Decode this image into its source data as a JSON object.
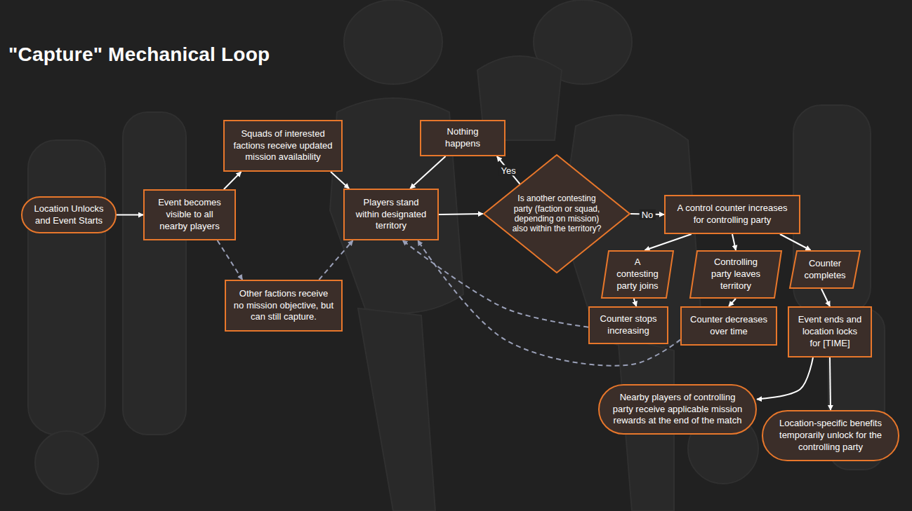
{
  "diagram": {
    "title": "\"Capture\" Mechanical Loop",
    "nodes": [
      {
        "text": [
          "Location Unlocks and Event Starts"
        ]
      },
      {
        "text": [
          "Event becomes visible to all nearby players"
        ]
      },
      {
        "text": [
          "Squads of interested factions receive updated mission availability"
        ]
      },
      {
        "text": [
          "Other factions receive no mission objective, but can still capture."
        ]
      },
      {
        "text": [
          "Players stand within designated territory"
        ]
      },
      {
        "text": [
          "Nothing happens"
        ]
      },
      {
        "text": [
          "Is another contesting party (faction or squad, depending on mission) also within the territory?"
        ]
      },
      {
        "text": [
          "A control counter increases for controlling party"
        ]
      },
      {
        "text": [
          "A contesting party joins"
        ]
      },
      {
        "text": [
          "Controlling party leaves territory"
        ]
      },
      {
        "text": [
          "Counter completes"
        ]
      },
      {
        "text": [
          "Counter stops increasing"
        ]
      },
      {
        "text": [
          "Counter decreases over time"
        ]
      },
      {
        "text": [
          "Event ends and location locks for [TIME]"
        ]
      },
      {
        "text": [
          "Nearby players of controlling party receive applicable mission rewards at the end of the match"
        ]
      },
      {
        "text": [
          "Location-specific benefits temporarily unlock for the controlling party"
        ]
      }
    ],
    "edges": [
      {
        "from": 0,
        "to": 1,
        "arrow": "to"
      },
      {
        "from": 1,
        "to": 2,
        "arrow": "to"
      },
      {
        "from": 1,
        "to": 3,
        "arrow": "to"
      },
      {
        "from": 2,
        "to": 4,
        "arrow": "to"
      },
      {
        "from": 3,
        "to": 4,
        "arrow": "to"
      },
      {
        "from": 4,
        "to": 6,
        "arrow": "to"
      },
      {
        "from": 6,
        "to": 5,
        "label": "Yes",
        "arrow": "to"
      },
      {
        "from": 5,
        "to": 4,
        "arrow": "to"
      },
      {
        "from": 6,
        "to": 7,
        "label": "No",
        "arrow": "to"
      },
      {
        "from": 7,
        "to": 8,
        "arrow": "to"
      },
      {
        "from": 7,
        "to": 9,
        "arrow": "to"
      },
      {
        "from": 7,
        "to": 10,
        "arrow": "to"
      },
      {
        "from": 8,
        "to": 11,
        "arrow": "to"
      },
      {
        "from": 9,
        "to": 12,
        "arrow": "to"
      },
      {
        "from": 10,
        "to": 13,
        "arrow": "to"
      },
      {
        "from": 11,
        "to": 4,
        "arrow": "to"
      },
      {
        "from": 12,
        "to": 4,
        "arrow": "to"
      },
      {
        "from": 13,
        "to": 14,
        "arrow": "to"
      },
      {
        "from": 13,
        "to": 15,
        "arrow": "to"
      }
    ]
  }
}
